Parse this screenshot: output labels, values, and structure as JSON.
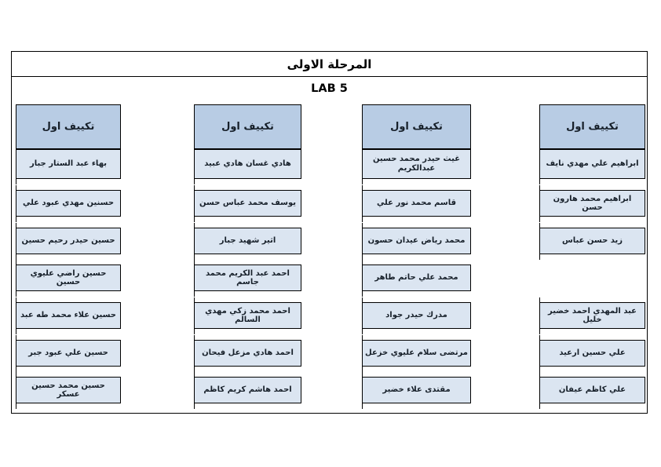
{
  "title": "المرحلة الاولى",
  "lab_label": "LAB 5",
  "colors": {
    "header_fill": "#b8cce4",
    "cell_fill": "#dbe5f1",
    "border": "#000000",
    "page_background": "#ffffff"
  },
  "columns_order": "right-to-left",
  "columns": [
    {
      "header": "تكييف اول",
      "students": [
        {
          "slot": 1,
          "name": "ابراهيم علي مهدي نايف"
        },
        {
          "slot": 2,
          "name": "ابراهيم محمد هارون حسن"
        },
        {
          "slot": 3,
          "name": "زيد حسن عباس"
        },
        {
          "slot": 5,
          "name": "عبد المهدي احمد خضير خليل"
        },
        {
          "slot": 6,
          "name": "علي حسين ارعيد"
        },
        {
          "slot": 7,
          "name": "علي كاظم عيفان"
        }
      ]
    },
    {
      "header": "تكييف اول",
      "students": [
        {
          "slot": 1,
          "name": "غيث حيدر محمد حسين عبدالكريم"
        },
        {
          "slot": 2,
          "name": "قاسم محمد نور علي"
        },
        {
          "slot": 3,
          "name": "محمد رياض عيدان حسون"
        },
        {
          "slot": 4,
          "name": "محمد علي حاتم طاهر"
        },
        {
          "slot": 5,
          "name": "مدرك حيدر جواد"
        },
        {
          "slot": 6,
          "name": "مرتضى سلام عليوي خزعل"
        },
        {
          "slot": 7,
          "name": "مقتدى علاء خضير"
        }
      ]
    },
    {
      "header": "تكييف اول",
      "students": [
        {
          "slot": 1,
          "name": "هادي غسان هادي عبيد"
        },
        {
          "slot": 2,
          "name": "يوسف محمد عباس حسن"
        },
        {
          "slot": 3,
          "name": "اثير شهيد جبار"
        },
        {
          "slot": 4,
          "name": "احمد عبد الكريم محمد جاسم"
        },
        {
          "slot": 5,
          "name": "احمد محمد زكي مهدي السالم"
        },
        {
          "slot": 6,
          "name": "احمد هادي مزعل فيحان"
        },
        {
          "slot": 7,
          "name": "احمد هاشم كريم كاظم"
        }
      ]
    },
    {
      "header": "تكييف اول",
      "students": [
        {
          "slot": 1,
          "name": "بهاء عبد الستار جبار"
        },
        {
          "slot": 2,
          "name": "حسنين مهدي عبود علي"
        },
        {
          "slot": 3,
          "name": "حسين حيدر رحيم حسين"
        },
        {
          "slot": 4,
          "name": "حسين راضي عليوي حسين"
        },
        {
          "slot": 5,
          "name": "حسين علاء محمد طه عبد"
        },
        {
          "slot": 6,
          "name": "حسين علي عبود جبر"
        },
        {
          "slot": 7,
          "name": "حسين محمد حسين عسكر"
        }
      ]
    }
  ]
}
